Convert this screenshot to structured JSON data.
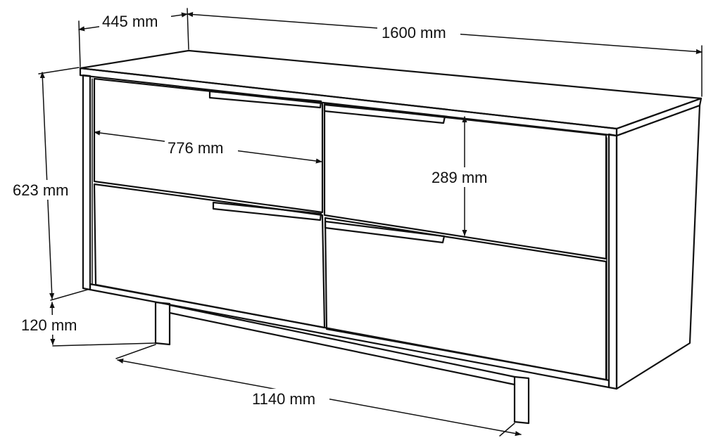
{
  "dimensions": {
    "depth": "445 mm",
    "width": "1600 mm",
    "height": "623 mm",
    "leg_height": "120 mm",
    "drawer_width": "776 mm",
    "drawer_height": "289 mm",
    "leg_span": "1140 mm"
  },
  "colors": {
    "line": "#111111",
    "background": "#ffffff"
  }
}
